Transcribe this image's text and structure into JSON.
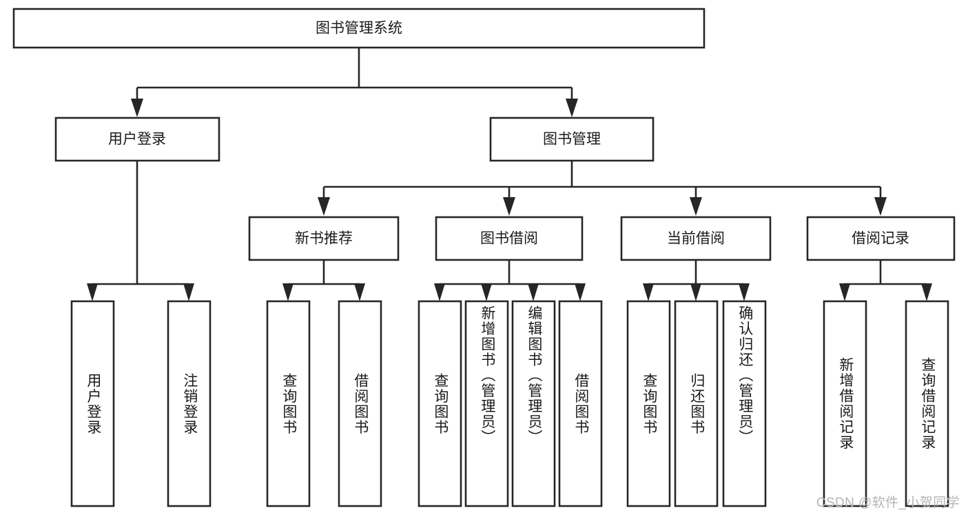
{
  "diagram": {
    "title": "图书管理系统",
    "type": "tree-hierarchy",
    "watermark": "CSDN @软件_小贺同学",
    "colors": {
      "stroke": "#262626",
      "fill": "#ffffff",
      "text": "#1a1a1a",
      "watermark": "#b4b4b4",
      "background": "#ffffff"
    },
    "root": {
      "id": "root",
      "label": "图书管理系统"
    },
    "level2": [
      {
        "id": "user-login",
        "label": "用户登录"
      },
      {
        "id": "book-manage",
        "label": "图书管理"
      }
    ],
    "level3": [
      {
        "id": "new-book-recommend",
        "label": "新书推荐",
        "parent": "book-manage"
      },
      {
        "id": "book-borrow",
        "label": "图书借阅",
        "parent": "book-manage"
      },
      {
        "id": "current-borrow",
        "label": "当前借阅",
        "parent": "book-manage"
      },
      {
        "id": "borrow-record",
        "label": "借阅记录",
        "parent": "book-manage"
      }
    ],
    "leaves": {
      "user-login": [
        {
          "id": "leaf-user-login",
          "label": "用户登录",
          "align": "center"
        },
        {
          "id": "leaf-user-logout",
          "label": "注销登录",
          "align": "center"
        }
      ],
      "new-book-recommend": [
        {
          "id": "leaf-query-book-1",
          "label": "查询图书",
          "align": "center"
        },
        {
          "id": "leaf-borrow-book-1",
          "label": "借阅图书",
          "align": "center"
        }
      ],
      "book-borrow": [
        {
          "id": "leaf-query-book-2",
          "label": "查询图书",
          "align": "center"
        },
        {
          "id": "leaf-add-book",
          "label": "新增图书（管理员）",
          "align": "top"
        },
        {
          "id": "leaf-edit-book",
          "label": "编辑图书（管理员）",
          "align": "top"
        },
        {
          "id": "leaf-borrow-book-2",
          "label": "借阅图书",
          "align": "center"
        }
      ],
      "current-borrow": [
        {
          "id": "leaf-query-book-3",
          "label": "查询图书",
          "align": "center"
        },
        {
          "id": "leaf-return-book",
          "label": "归还图书",
          "align": "center"
        },
        {
          "id": "leaf-confirm-return",
          "label": "确认归还（管理员）",
          "align": "top"
        }
      ],
      "borrow-record": [
        {
          "id": "leaf-add-record",
          "label": "新增借阅记录",
          "align": "center"
        },
        {
          "id": "leaf-query-record",
          "label": "查询借阅记录",
          "align": "center"
        }
      ]
    }
  }
}
